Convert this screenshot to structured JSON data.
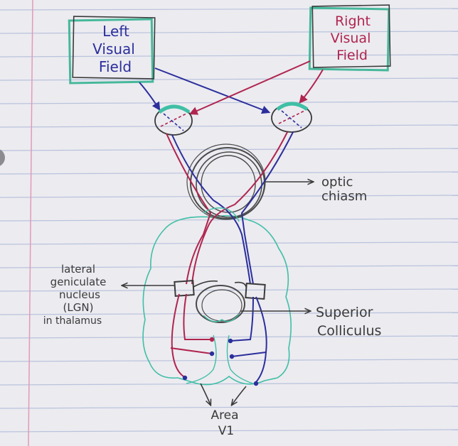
{
  "labels": {
    "left_field": [
      "Left",
      "Visual",
      "Field"
    ],
    "right_field": [
      "Right",
      "Visual",
      "Field"
    ],
    "optic_chiasm": [
      "optic",
      "chiasm"
    ],
    "lgn": [
      "lateral",
      "geniculate",
      "nucleus",
      "(LGN)",
      "in thalamus"
    ],
    "superior_colliculus": [
      "Superior",
      "Colliculus"
    ],
    "area_v1": [
      "Area",
      "V1"
    ]
  },
  "colors": {
    "paper": "#ecebf0",
    "rule_line": "#b9c3dc",
    "margin_line": "#e29ab8",
    "left_field": "#2b2f9c",
    "right_field": "#b0254f",
    "teal": "#3fbfa6",
    "ink": "#3a3a3a"
  }
}
